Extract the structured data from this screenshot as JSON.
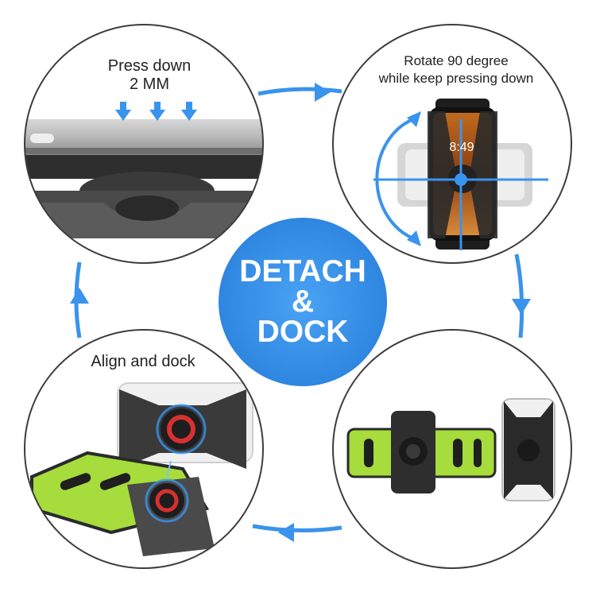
{
  "center": {
    "line1": "DETACH",
    "line2": "&",
    "line3": "DOCK",
    "color": "#3a93ec"
  },
  "steps": {
    "press": {
      "line1": "Press down",
      "line2": "2 MM"
    },
    "rotate": {
      "line1": "Rotate 90 degree",
      "line2": "while keep pressing down"
    },
    "align": {
      "label": "Align and dock"
    },
    "dock": {}
  },
  "phone": {
    "time": "8:49"
  },
  "colors": {
    "accent": "#3a93ec",
    "band_green": "#a6dc3c",
    "holder_black": "#2a2a2a",
    "magnet_red": "#d83030",
    "circle_border": "#3d3d3d"
  },
  "icons": [
    "arrow-down-icon",
    "arrow-right-icon",
    "rotate-arrow-icon",
    "crosshair-icon",
    "magnet-icon"
  ]
}
